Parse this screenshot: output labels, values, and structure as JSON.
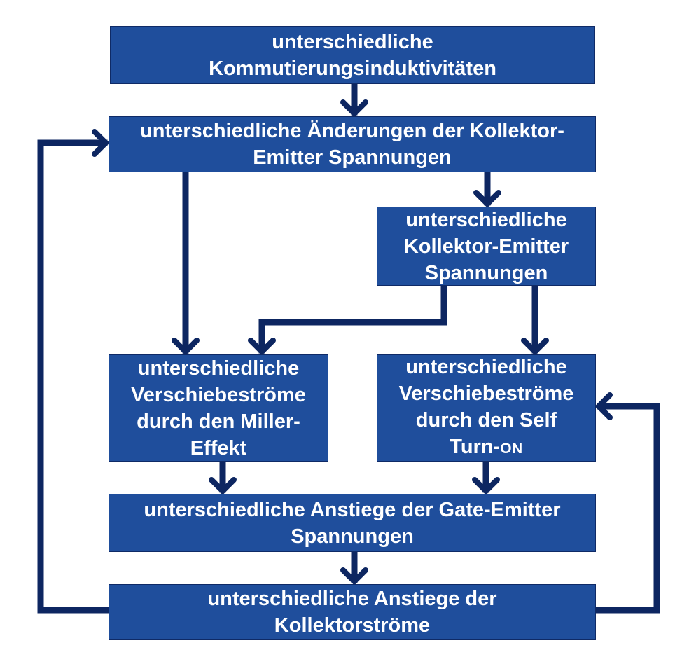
{
  "colors": {
    "box_fill": "#1f4e9c",
    "box_border": "#0f2a66",
    "box_text": "#ffffff",
    "connector": "#0d2661",
    "background": "#ffffff"
  },
  "boxes": {
    "commutation_inductances": {
      "line1": "unterschiedliche",
      "line2": "Kommutierungsinduktivitäten"
    },
    "ce_voltage_changes": {
      "line1": "unterschiedliche Änderungen der Kollektor-",
      "line2": "Emitter Spannungen"
    },
    "ce_voltages": {
      "line1": "unterschiedliche",
      "line2": "Kollektor-Emitter",
      "line3": "Spannungen"
    },
    "miller_currents": {
      "line1": "unterschiedliche",
      "line2": "Verschiebeströme",
      "line3": "durch den Miller-",
      "line4": "Effekt"
    },
    "self_turn_on_currents": {
      "line1": "unterschiedliche",
      "line2": "Verschiebeströme",
      "line3": "durch den Self",
      "line4_main": "Turn-",
      "line4_small": "ON"
    },
    "gate_emitter_rise": {
      "line1": "unterschiedliche Anstiege der Gate-Emitter",
      "line2": "Spannungen"
    },
    "collector_current_rise": {
      "line1": "unterschiedliche Anstiege der",
      "line2": "Kollektorströme"
    }
  }
}
